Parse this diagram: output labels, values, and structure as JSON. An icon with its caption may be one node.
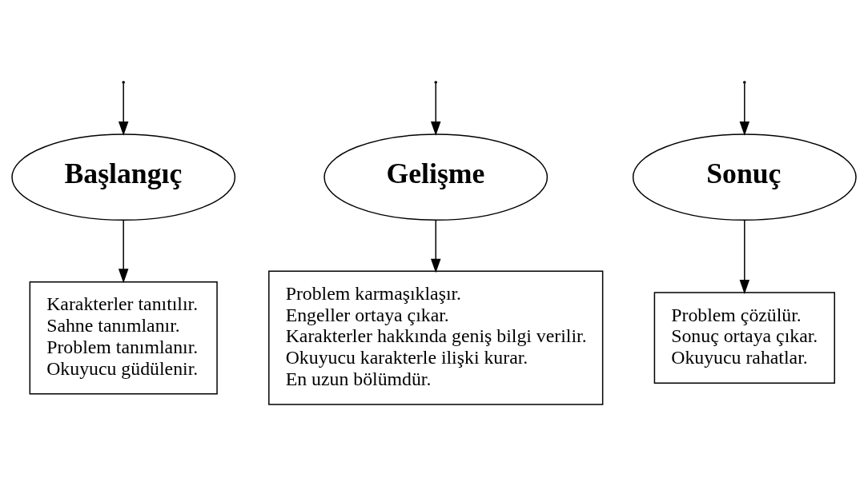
{
  "diagram": {
    "nodes": [
      {
        "text": [
          "Başlangıç"
        ]
      },
      {
        "text": [
          "Gelişme"
        ]
      },
      {
        "text": [
          "Sonuç"
        ]
      },
      {
        "text": [
          "Karakterler tanıtılır.",
          "Sahne tanımlanır.",
          "Problem tanımlanır.",
          "Okuyucu güdülenir."
        ]
      },
      {
        "text": [
          "Problem karmaşıklaşır.",
          "Engeller ortaya çıkar.",
          "Karakterler hakkında geniş bilgi verilir.",
          "Okuyucu karakterle ilişki kurar.",
          "En uzun bölümdür."
        ]
      },
      {
        "text": [
          "Problem çözülür.",
          "Sonuç ortaya çıkar.",
          "Okuyucu rahatlar."
        ]
      }
    ],
    "edges": [
      {
        "from": null,
        "to": 0,
        "arrow": "to"
      },
      {
        "from": null,
        "to": 1,
        "arrow": "to"
      },
      {
        "from": null,
        "to": 2,
        "arrow": "to"
      },
      {
        "from": 0,
        "to": 3,
        "arrow": "to"
      },
      {
        "from": 1,
        "to": 4,
        "arrow": "to"
      },
      {
        "from": 2,
        "to": 5,
        "arrow": "to"
      }
    ]
  }
}
